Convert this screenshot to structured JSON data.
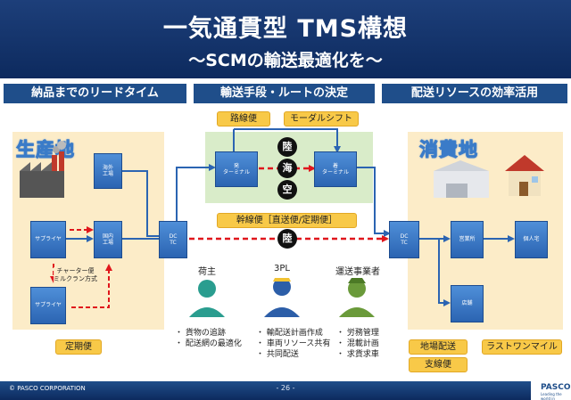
{
  "header": {
    "title": "一気通貫型 TMS構想",
    "subtitle": "〜SCMの輸送最適化を〜"
  },
  "sections": {
    "lead_time": "納品までのリードタイム",
    "transport": "輸送手段・ルートの決定",
    "resources": "配送リソースの効率活用"
  },
  "tags": {
    "route_service": "路線便",
    "modal_shift": "モーダルシフト",
    "trunk_line": "幹線便［直送便/定期便］",
    "regular": "定期便",
    "regional": "地場配送",
    "last_one_mile": "ラストワンマイル",
    "branch": "支線便"
  },
  "areas": {
    "production": "生産地",
    "consumption": "消費地"
  },
  "boxes": {
    "overseas_factory": "海外\n工場",
    "supplier1": "サプライヤ",
    "domestic_factory": "国内\n工場",
    "supplier2": "サプライヤ",
    "dc_left": "DC\nTC",
    "depart_terminal": "発\nターミナル",
    "arrive_terminal": "着\nターミナル",
    "dc_right": "DC\nTC",
    "sales_office": "営業所",
    "individual": "個人宅",
    "store": "店舗"
  },
  "circles": {
    "land_top": "陸",
    "sea": "海",
    "air": "空",
    "land_main": "陸"
  },
  "charter_label": "チャーター便\nミルクラン方式",
  "roles": [
    {
      "name": "荷主",
      "bullets": [
        "・ 貨物の追跡",
        "・ 配送網の最適化"
      ],
      "color": "#2a9d8f"
    },
    {
      "name": "3PL",
      "bullets": [
        "・ 輸配送計画作成",
        "・ 車両リソース共有",
        "・ 共同配送"
      ],
      "color": "#2c5ea8"
    },
    {
      "name": "運送事業者",
      "bullets": [
        "・ 労務管理",
        "・ 混載計画",
        "・ 求貨求車"
      ],
      "color": "#6a9a3a"
    }
  ],
  "footer": {
    "copyright": "© PASCO CORPORATION",
    "page": "- 26 -",
    "logo": "PASCO",
    "logo_sub": "Leading the world in geospatial"
  },
  "colors": {
    "header_blue": "#0d2a5e",
    "box_blue": "#2b64b2",
    "dashed_red": "#e0161c",
    "tag_yellow": "#f8c948",
    "area_beige": "#fcecc8",
    "area_green": "#d9ecc9"
  }
}
